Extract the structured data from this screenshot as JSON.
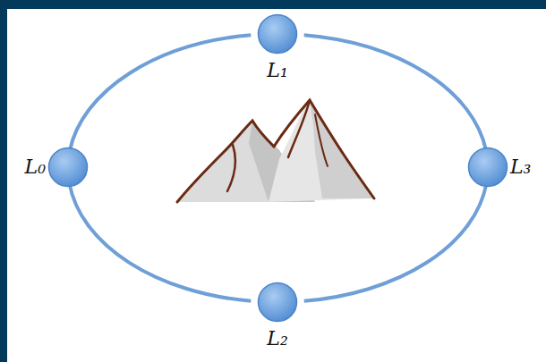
{
  "diagram": {
    "nodes": [
      {
        "text": [
          "L₁"
        ]
      },
      {
        "text": [
          "L₀"
        ]
      },
      {
        "text": [
          "L₃"
        ]
      },
      {
        "text": [
          "L₂"
        ]
      }
    ],
    "edges": [
      {
        "from": 1,
        "to": 0,
        "arrow": "none"
      },
      {
        "from": 0,
        "to": 2,
        "arrow": "none"
      },
      {
        "from": 2,
        "to": 3,
        "arrow": "none"
      },
      {
        "from": 3,
        "to": 1,
        "arrow": "none"
      }
    ]
  }
}
